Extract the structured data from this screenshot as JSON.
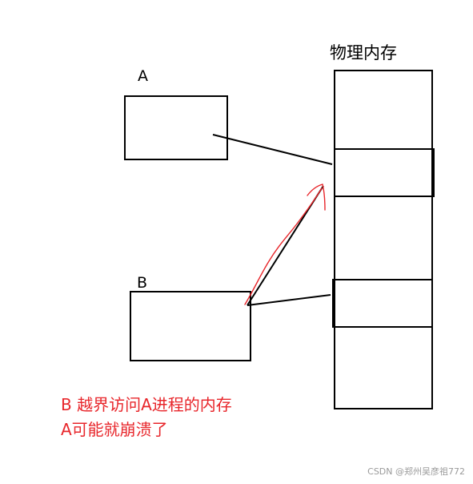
{
  "labels": {
    "physical_memory": "物理内存",
    "process_a": "A",
    "process_b": "B"
  },
  "note": {
    "line1": "B 越界访问A进程的内存",
    "line2": "A可能就崩溃了",
    "color": "#e8262b"
  },
  "colors": {
    "stroke": "#000000",
    "annotation": "#e8262b"
  },
  "watermark": "CSDN @郑州吴彦祖772"
}
